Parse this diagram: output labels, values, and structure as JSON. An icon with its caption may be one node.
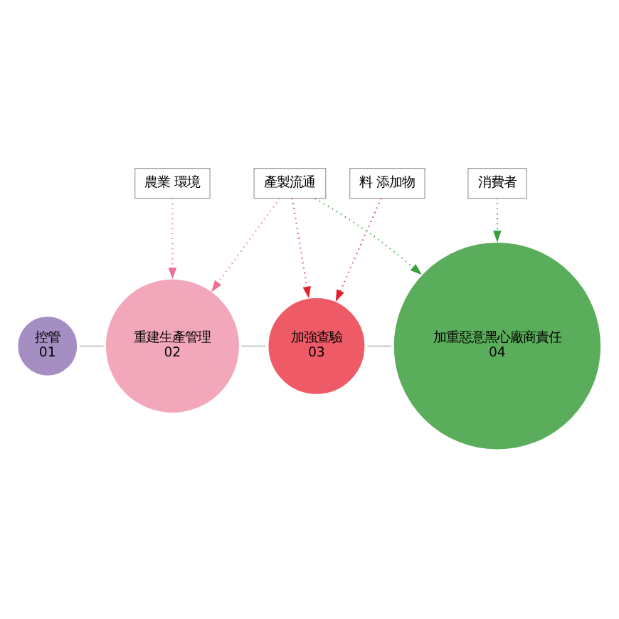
{
  "diagram": {
    "nodes": [
      {
        "text": [
          "農業 環境"
        ]
      },
      {
        "text": [
          "料 添加物"
        ]
      },
      {
        "text": [
          "產製流通"
        ]
      },
      {
        "text": [
          "消費者"
        ]
      },
      {
        "text": [
          "控管",
          "01"
        ]
      },
      {
        "text": [
          "重建生產管理",
          "02"
        ]
      },
      {
        "text": [
          "加強查驗",
          "03"
        ]
      },
      {
        "text": [
          "加重惡意黑心廠商責任",
          "04"
        ]
      }
    ],
    "edges": [
      {
        "from": 0,
        "to": 5,
        "arrow": "to",
        "style": "dashed",
        "color": "#ee7092"
      },
      {
        "from": 2,
        "to": 5,
        "arrow": "to",
        "style": "dashed",
        "color": "#ee7092"
      },
      {
        "from": 1,
        "to": 6,
        "arrow": "to",
        "style": "dashed",
        "color": "#e3202c"
      },
      {
        "from": 2,
        "to": 6,
        "arrow": "to",
        "style": "dashed",
        "color": "#e3202c"
      },
      {
        "from": 2,
        "to": 7,
        "arrow": "to",
        "style": "dashed",
        "color": "#3a9e3f"
      },
      {
        "from": 3,
        "to": 7,
        "arrow": "to",
        "style": "dashed",
        "color": "#3a9e3f"
      },
      {
        "from": 4,
        "to": 5,
        "arrow": "none",
        "color": "#a6a6a6"
      },
      {
        "from": 5,
        "to": 6,
        "arrow": "none",
        "color": "#a6a6a6"
      },
      {
        "from": 6,
        "to": 7,
        "arrow": "none",
        "color": "#a6a6a6"
      }
    ]
  }
}
